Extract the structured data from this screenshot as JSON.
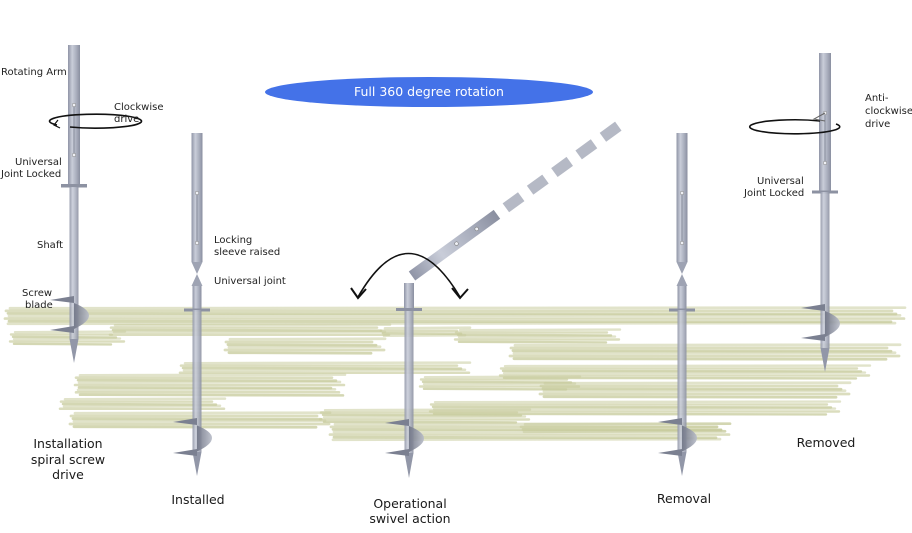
{
  "diagram": {
    "banner": {
      "text": "Full 360 degree rotation",
      "color": "#4472e8"
    },
    "colors": {
      "soil": "#c9cc9e",
      "shaft": "#a7acbb",
      "shaft_light": "#c8ccd8",
      "shaft_dark": "#8a8fa0",
      "arrow": "#111111"
    },
    "stages": [
      {
        "id": "installation",
        "caption": [
          "Installation",
          "spiral screw",
          "drive"
        ],
        "annotations": {
          "rotating_arm": "Rotating Arm",
          "drive": [
            "Clockwise",
            "drive"
          ],
          "joint": [
            "Universal",
            "Joint Locked"
          ],
          "shaft": "Shaft",
          "blade": [
            "Screw",
            "blade"
          ]
        }
      },
      {
        "id": "installed",
        "caption": [
          "Installed"
        ],
        "annotations": {
          "sleeve": [
            "Locking",
            "sleeve raised"
          ],
          "joint": "Universal joint"
        }
      },
      {
        "id": "operational",
        "caption": [
          "Operational",
          "swivel action"
        ]
      },
      {
        "id": "removal",
        "caption": [
          "Removal"
        ]
      },
      {
        "id": "removed",
        "caption": [
          "Removed"
        ],
        "annotations": {
          "drive": [
            "Anti-",
            "clockwise",
            "drive"
          ],
          "joint": [
            "Universal",
            "Joint Locked"
          ]
        }
      }
    ]
  }
}
